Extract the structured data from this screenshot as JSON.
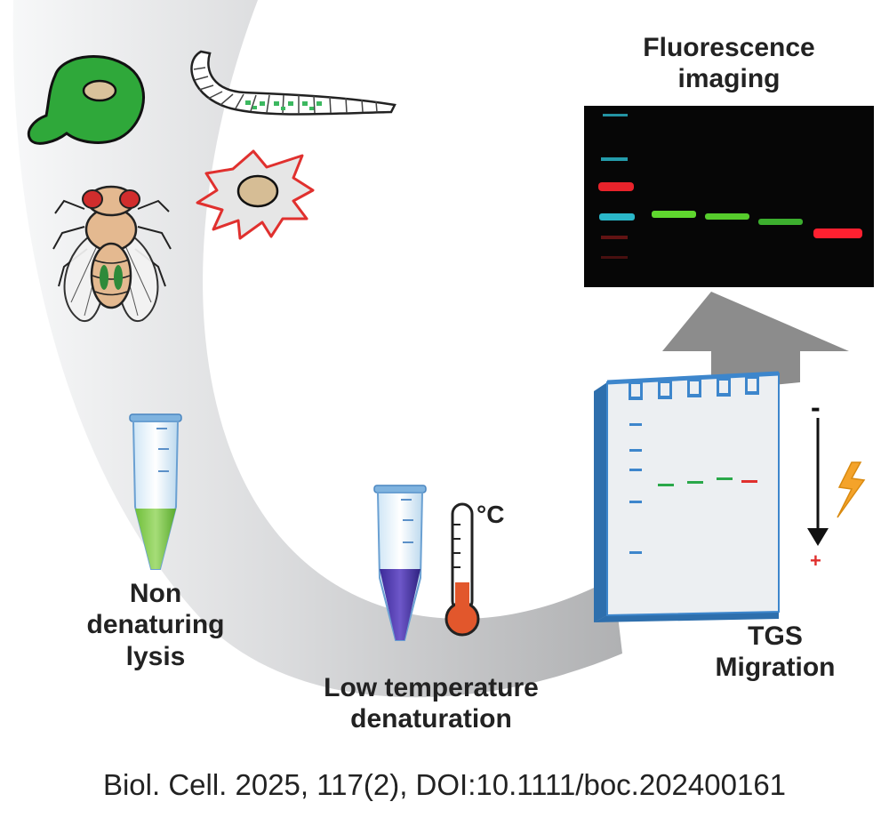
{
  "labels": {
    "imaging": [
      "Fluorescence",
      "imaging"
    ],
    "lysis": [
      "Non",
      "denaturing",
      "lysis"
    ],
    "denaturation": [
      "Low temperature",
      "denaturation"
    ],
    "migration": [
      "TGS",
      "Migration"
    ],
    "celsius": "°C",
    "minus": "-",
    "plus": "+"
  },
  "citation": "Biol. Cell. 2025, 117(2), DOI:10.1111/boc.202400161",
  "colors": {
    "ladder_cyan": "#2ab7c9",
    "ladder_red": "#e8232b",
    "band_green": "#5fd72e",
    "band_red": "#ff2030",
    "gel_blue": "#3d86cc",
    "gel_face": "#e9ecf0",
    "arrow_gray": "#8c8c8c",
    "bolt": "#f4a32a",
    "thermo_fill": "#e2572c"
  },
  "icons": [
    "yeast-cell-icon",
    "worm-icon",
    "fly-icon",
    "mammalian-cell-icon",
    "tube-green-icon",
    "tube-purple-icon",
    "thermometer-icon",
    "gel-slab-icon",
    "lightning-icon",
    "fluorescence-gel-image"
  ]
}
